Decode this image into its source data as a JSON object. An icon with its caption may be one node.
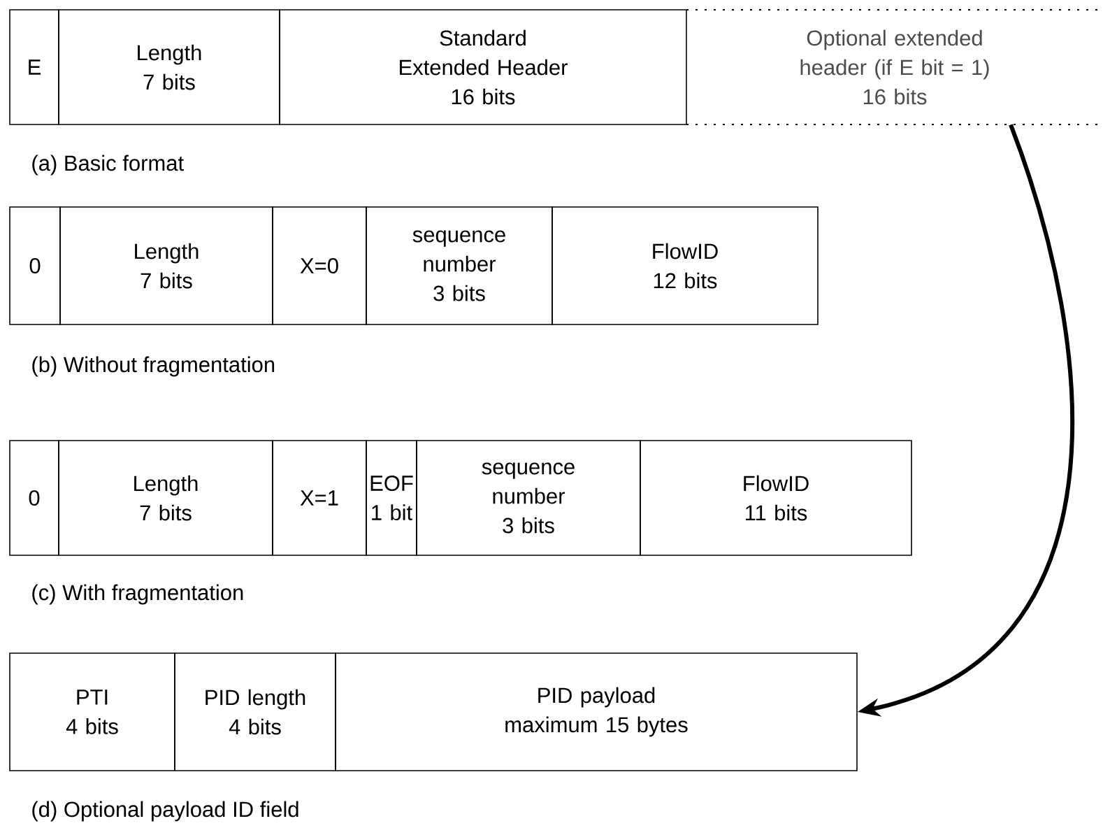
{
  "diagram": {
    "nodes": [
      {
        "text": [
          "E"
        ]
      },
      {
        "text": [
          "Length",
          "7 bits"
        ]
      },
      {
        "text": [
          "Standard Extended Header",
          "16 bits"
        ]
      },
      {
        "text": [
          "Optional extended header (if E bit = 1)",
          "16 bits"
        ]
      },
      {
        "text": [
          "0"
        ]
      },
      {
        "text": [
          "Length",
          "7 bits"
        ]
      },
      {
        "text": [
          "X=0"
        ]
      },
      {
        "text": [
          "sequence number",
          "3 bits"
        ]
      },
      {
        "text": [
          "FlowID",
          "12 bits"
        ]
      },
      {
        "text": [
          "0"
        ]
      },
      {
        "text": [
          "Length",
          "7 bits"
        ]
      },
      {
        "text": [
          "X=1"
        ]
      },
      {
        "text": [
          "EOF",
          "1 bit"
        ]
      },
      {
        "text": [
          "sequence number",
          "3 bits"
        ]
      },
      {
        "text": [
          "FlowID",
          "11 bits"
        ]
      },
      {
        "text": [
          "PTI",
          "4 bits"
        ]
      },
      {
        "text": [
          "PID length",
          "4 bits"
        ]
      },
      {
        "text": [
          "PID payload",
          "maximum 15 bytes"
        ]
      }
    ],
    "edges": [
      {
        "from": 3,
        "to": 17,
        "arrow": "to"
      }
    ],
    "labels": [
      "(a) Basic format",
      "(b) Without fragmentation",
      "(c) With fragmentation",
      "(d) Optional payload ID field"
    ]
  }
}
